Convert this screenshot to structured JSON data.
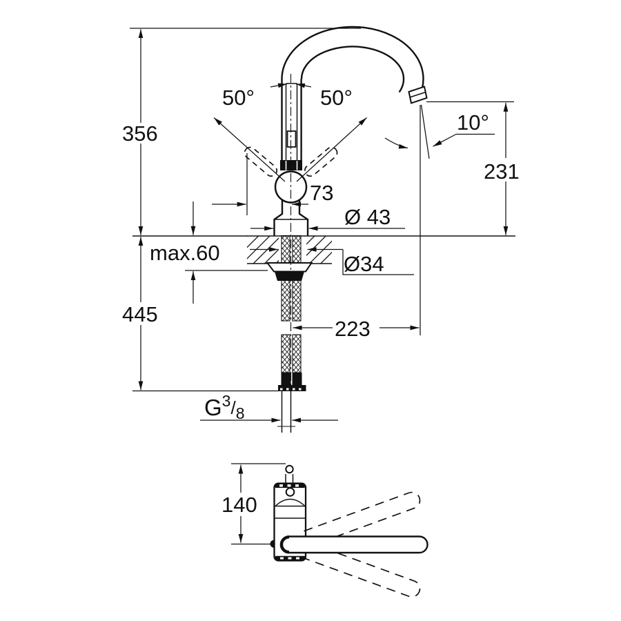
{
  "drawing": {
    "labels": {
      "height_above_counter": "356",
      "height_below_counter": "445",
      "swivel_left": "50°",
      "swivel_right": "50°",
      "spout_tilt": "10°",
      "outlet_height": "231",
      "lever_offset": "73",
      "base_diameter": "Ø 43",
      "max_counter_thickness": "max.60",
      "hole_diameter": "Ø34",
      "spout_reach": "223",
      "handle_swing_length": "140",
      "thread": {
        "g": "G",
        "numerator": "3",
        "slash": "/",
        "denominator": "8"
      }
    }
  }
}
